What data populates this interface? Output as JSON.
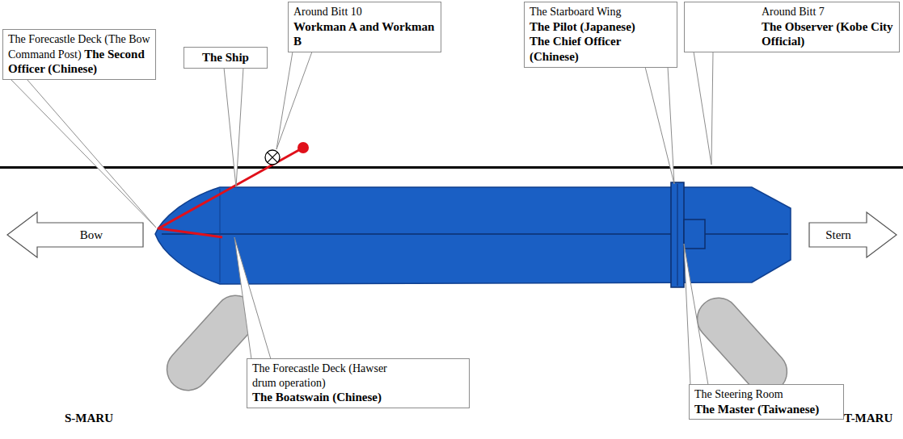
{
  "diagram": {
    "nodes": [
      {
        "text": [
          "The Forecastle Deck (The Bow Command Post)",
          "The Second Officer (Chinese)"
        ]
      },
      {
        "text": [
          "The Ship"
        ]
      },
      {
        "text": [
          "Around Bitt 10",
          "Workman A and Workman B"
        ]
      },
      {
        "text": [
          "The Starboard Wing",
          "The Pilot (Japanese)",
          "The Chief Officer (Chinese)"
        ]
      },
      {
        "text": [
          "Around Bitt 7",
          "The Observer (Kobe City Official)"
        ]
      },
      {
        "text": [
          "Bow"
        ]
      },
      {
        "text": [
          "Stern"
        ]
      },
      {
        "text": [
          "The Forecastle Deck (Hawser drum operation)",
          "The Boatswain (Chinese)"
        ]
      },
      {
        "text": [
          "The Steering Room",
          "The Master (Taiwanese)"
        ]
      }
    ],
    "labels": [
      "S-MARU",
      "T-MARU"
    ]
  }
}
